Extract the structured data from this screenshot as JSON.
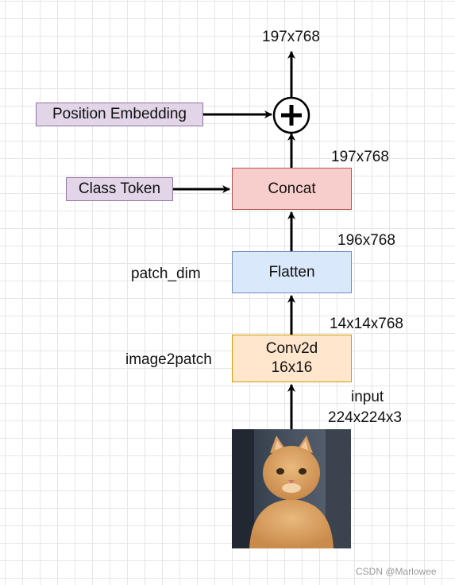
{
  "diagram": {
    "nodes": {
      "conv2d": {
        "line1": "Conv2d",
        "line2": "16x16"
      },
      "flatten": {
        "label": "Flatten"
      },
      "concat": {
        "label": "Concat"
      },
      "class_token": {
        "label": "Class Token"
      },
      "position_embedding": {
        "label": "Position Embedding"
      },
      "add": {
        "symbol": "+"
      }
    },
    "labels": {
      "input_title": "input",
      "input_shape": "224x224x3",
      "conv_output": "14x14x768",
      "flatten_output": "196x768",
      "concat_output": "197x768",
      "final_output": "197x768",
      "image2patch": "image2patch",
      "patch_dim": "patch_dim"
    },
    "image": {
      "subject": "cat-photo"
    }
  },
  "colors": {
    "conv_fill": "#ffe6cc",
    "conv_stroke": "#d79b00",
    "flatten_fill": "#dae8fc",
    "flatten_stroke": "#6c8ebf",
    "concat_fill": "#f8cecc",
    "concat_stroke": "#b85450",
    "token_fill": "#e1d5e7",
    "token_stroke": "#9673a6"
  },
  "watermark": "CSDN @Marlowee"
}
